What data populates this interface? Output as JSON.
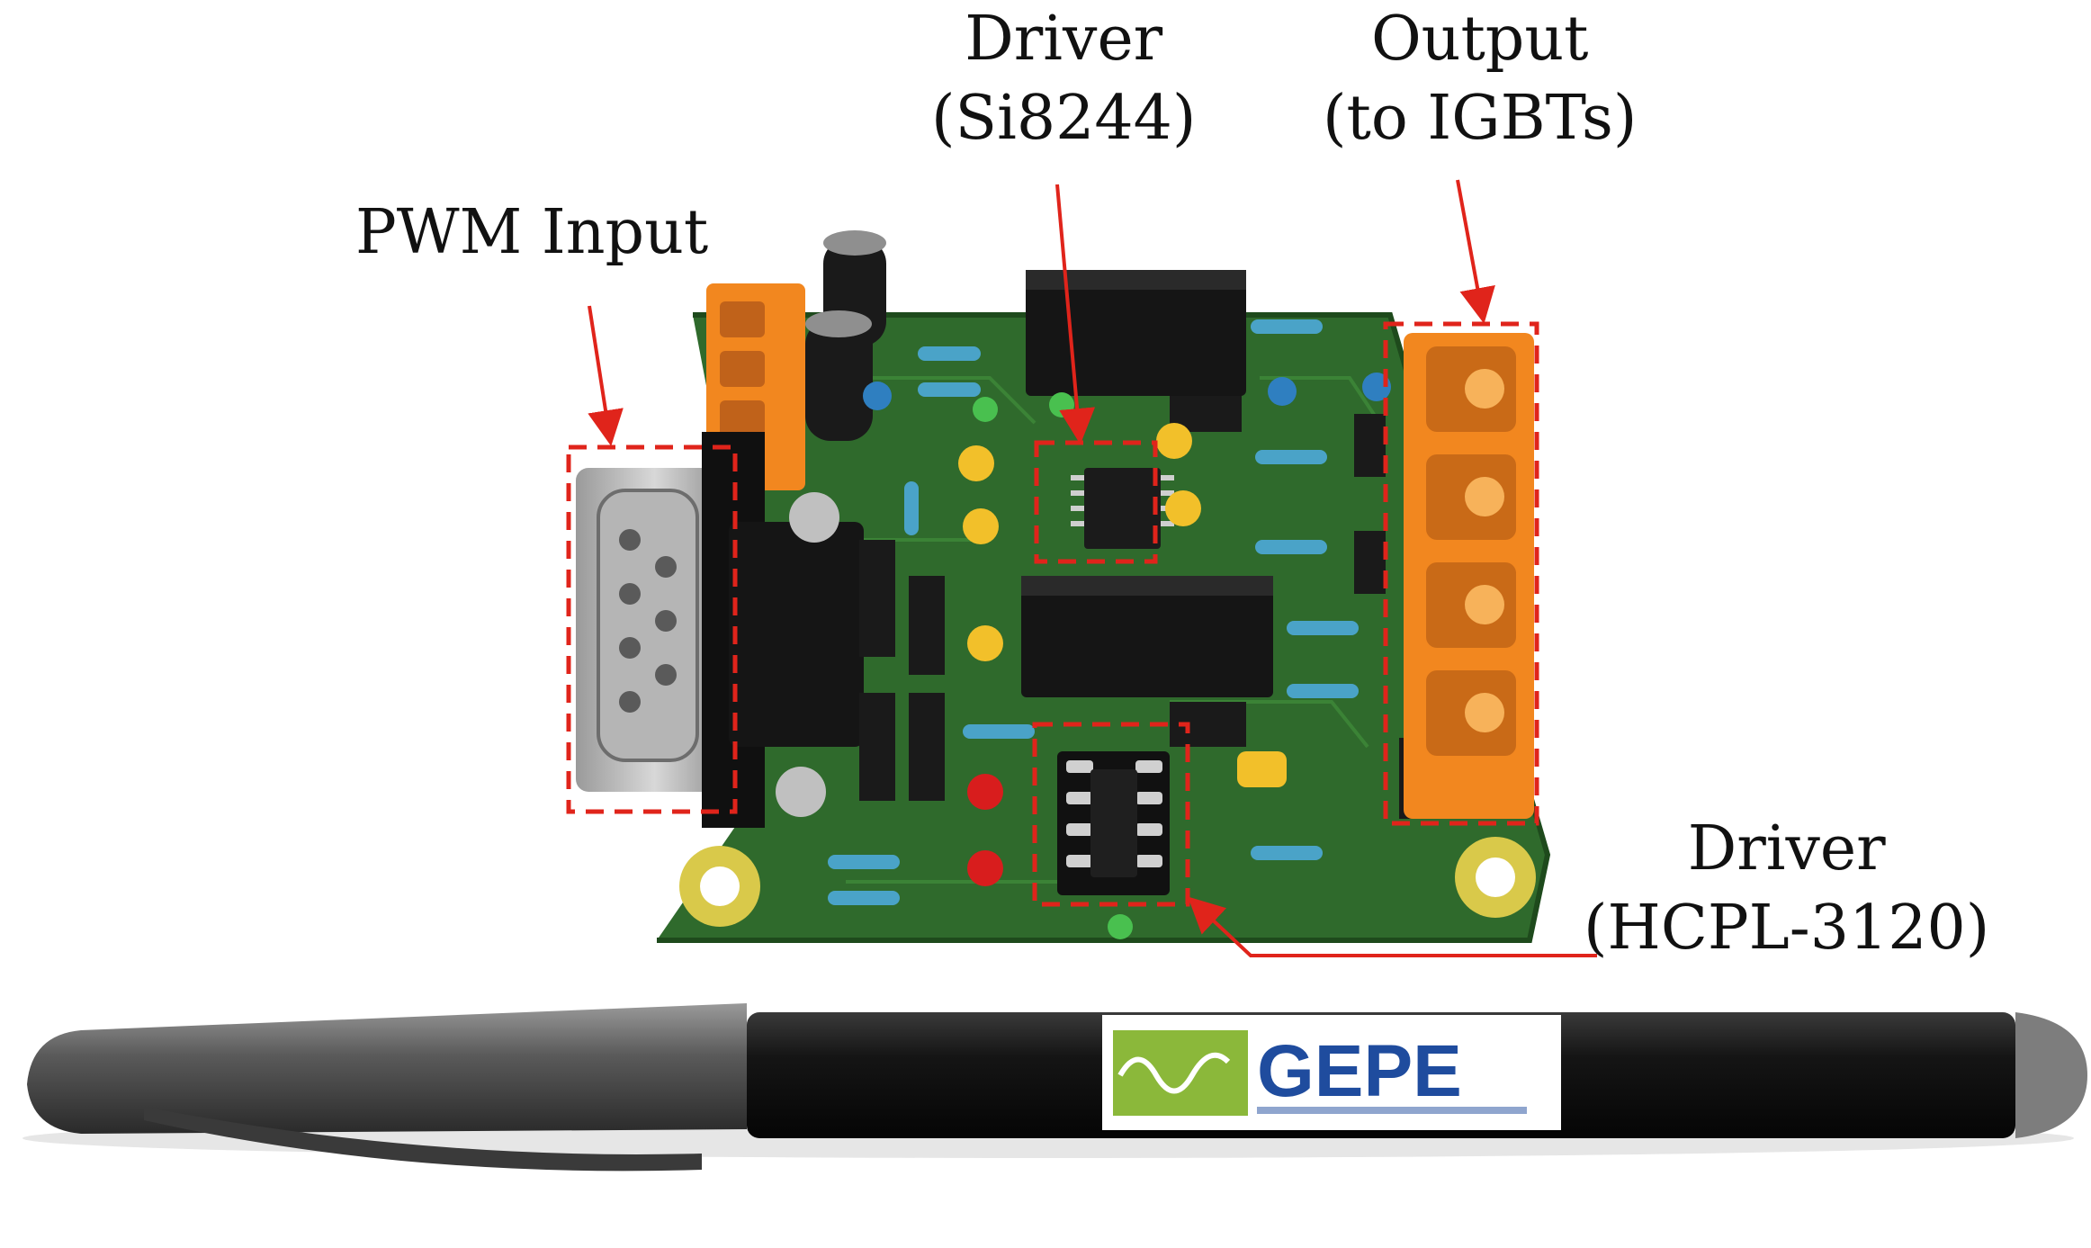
{
  "annotations": {
    "pwm_input": {
      "text": "PWM Input"
    },
    "driver_si8244": {
      "line1": "Driver",
      "line2": "(Si8244)"
    },
    "output_igbts": {
      "line1": "Output",
      "line2": "(to IGBTs)"
    },
    "driver_hcpl": {
      "line1": "Driver",
      "line2": "(HCPL-3120)"
    }
  },
  "pen_label": {
    "brand": "GEPE"
  },
  "colors": {
    "annotation": "#e0241b",
    "pcb": "#2f6a2c",
    "terminal_block": "#f2871f",
    "pen_body": "#141414",
    "logo_blue": "#1f4c9e",
    "logo_green": "#8bb83a"
  }
}
